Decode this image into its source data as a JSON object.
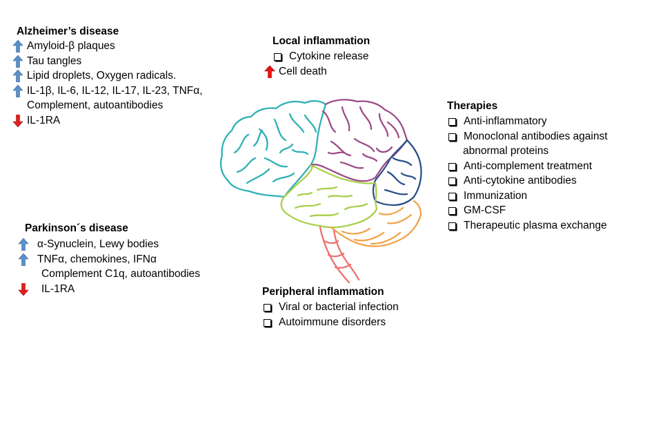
{
  "alzheimers": {
    "title": "Alzheimer’s disease",
    "items": [
      {
        "dir": "up",
        "text": "Amyloid-β plaques"
      },
      {
        "dir": "up",
        "text": "Tau tangles"
      },
      {
        "dir": "up",
        "text": "Lipid droplets, Oxygen radicals."
      },
      {
        "dir": "up",
        "text": "IL-1β, IL-6, IL-12, IL-17, IL-23, TNFα,"
      },
      {
        "dir": "none",
        "text": "Complement, autoantibodies"
      },
      {
        "dir": "down",
        "text": "IL-1RA"
      }
    ]
  },
  "local_inflammation": {
    "title": "Local inflammation",
    "items": [
      {
        "marker": "checkbox",
        "text": "Cytokine release"
      },
      {
        "marker": "up-red",
        "text": "Cell death"
      }
    ]
  },
  "therapies": {
    "title": "Therapies",
    "items": [
      {
        "text": " Anti-inflammatory"
      },
      {
        "text": "Monoclonal antibodies against"
      },
      {
        "text": "abnormal proteins",
        "continuation": true
      },
      {
        "text": "Anti-complement treatment"
      },
      {
        "text": "Anti-cytokine antibodies"
      },
      {
        "text": "Immunization"
      },
      {
        "text": "GM-CSF"
      },
      {
        "text": "Therapeutic plasma exchange"
      }
    ]
  },
  "parkinsons": {
    "title": "Parkinson´s disease",
    "items": [
      {
        "dir": "up",
        "text": "α-Synuclein, Lewy bodies"
      },
      {
        "dir": "up",
        "text": "TNFα, chemokines, IFNα"
      },
      {
        "dir": "none",
        "text": "Complement C1q, autoantibodies"
      },
      {
        "dir": "down",
        "text": "IL-1RA"
      }
    ]
  },
  "peripheral_inflammation": {
    "title": "Peripheral inflammation",
    "items": [
      {
        "text": " Viral or bacterial infection"
      },
      {
        "text": "Autoimmune disorders"
      }
    ]
  },
  "colors": {
    "arrow_up": "#5b8fc7",
    "arrow_down": "#e02020",
    "frontal_lobe": "#2eb0b5",
    "parietal_lobe": "#9c4b86",
    "occipital_lobe": "#2b4f8c",
    "temporal_lobe": "#a8cf4a",
    "cerebellum": "#f2a34a",
    "brainstem": "#ee6f6f"
  }
}
